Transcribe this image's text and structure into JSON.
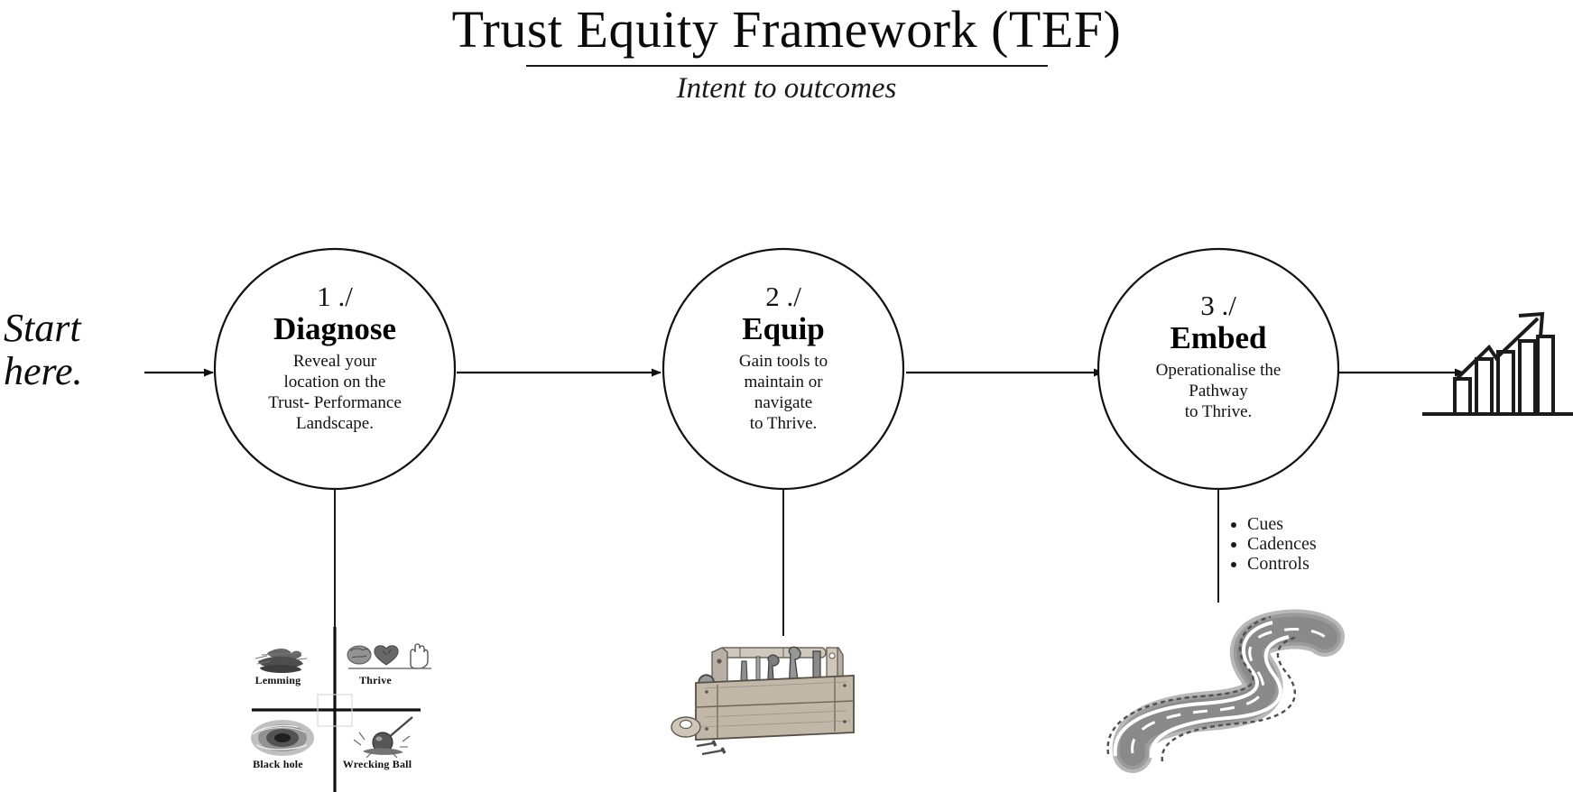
{
  "header": {
    "title": "Trust Equity Framework (TEF)",
    "subtitle": "Intent to outcomes"
  },
  "start_label": "Start here.",
  "nodes": [
    {
      "number": "1 ./",
      "title": "Diagnose",
      "description": "Reveal your\nlocation on the\nTrust- Performance\nLandscape.",
      "desc_lines": [
        "Reveal your",
        "location on the",
        "Trust- Performance",
        "Landscape."
      ]
    },
    {
      "number": "2 ./",
      "title": "Equip",
      "description": "Gain tools to\nmaintain or\nnavigate\nto Thrive.",
      "desc_lines": [
        "Gain tools to",
        "maintain or",
        "navigate",
        "to Thrive."
      ]
    },
    {
      "number": "3 ./",
      "title": "Embed",
      "description": "Operationalise the\nPathway\nto Thrive.",
      "desc_lines": [
        "Operationalise the",
        "Pathway",
        "to Thrive."
      ]
    }
  ],
  "embed_bullets": [
    "Cues",
    "Cadences",
    "Controls"
  ],
  "quadrant": {
    "top_left": {
      "label": "Lemming",
      "icon": "lemming-cliff-sketch"
    },
    "top_right": {
      "label": "Thrive",
      "icon": "brain-heart-hand-sketch"
    },
    "bottom_left": {
      "label": "Black hole",
      "icon": "black-hole-sketch"
    },
    "bottom_right": {
      "label": "Wrecking Ball",
      "icon": "wrecking-ball-sketch"
    }
  },
  "illustrations": {
    "toolbox": "toolbox-sketch",
    "road": "winding-road-sketch",
    "growth": "growth-bar-chart-arrow-icon"
  },
  "colors": {
    "ink": "#111111",
    "line": "#1a1a1a",
    "background": "#ffffff",
    "sketch_gray": "#7d7d7d"
  }
}
